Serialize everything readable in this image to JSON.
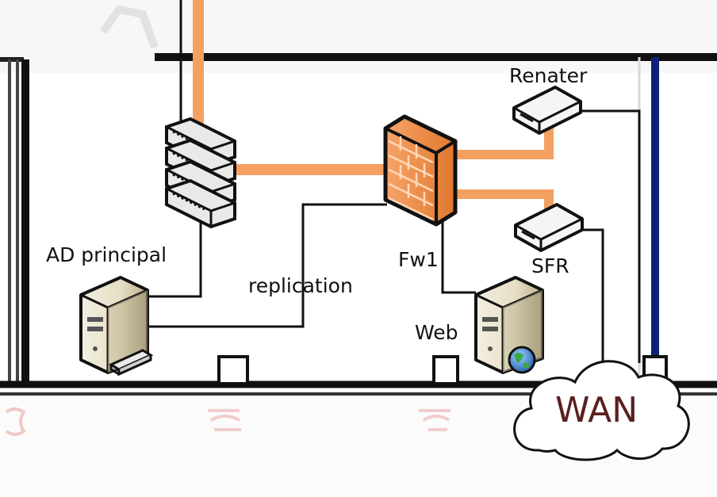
{
  "diagram": {
    "labels": {
      "ad_principal": "AD principal",
      "replication": "replication",
      "fw1": "Fw1",
      "web": "Web",
      "renater": "Renater",
      "sfr": "SFR",
      "wan": "WAN"
    },
    "colors": {
      "lan_link": "#f4a060",
      "link": "#111111",
      "firewall": "#f48a3c",
      "wan_text": "#5a1f1f",
      "globe": "#3a7fd5"
    },
    "icons": [
      "switch-stack-icon",
      "firewall-icon",
      "router-icon",
      "server-icon",
      "web-server-icon",
      "cloud-icon"
    ]
  }
}
